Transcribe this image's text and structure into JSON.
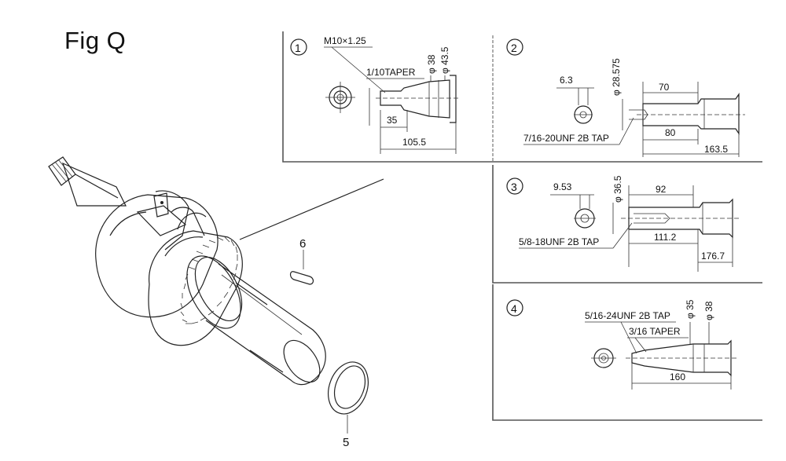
{
  "figure_title": "Fig Q",
  "callouts": {
    "pin_no": "6",
    "washer_no": "5"
  },
  "panels": [
    {
      "id": "1",
      "labels": [
        "M10×1.25",
        "1/10TAPER",
        "φ 38",
        "φ 43.5"
      ],
      "dims": [
        "35",
        "105.5"
      ]
    },
    {
      "id": "2",
      "labels": [
        "φ 28.575",
        "7/16-20UNF 2B TAP"
      ],
      "dims": [
        "6.3",
        "70",
        "80",
        "163.5"
      ]
    },
    {
      "id": "3",
      "labels": [
        "φ 36.5",
        "5/8-18UNF 2B TAP"
      ],
      "dims": [
        "9.53",
        "92",
        "111.2",
        "176.7"
      ]
    },
    {
      "id": "4",
      "labels": [
        "5/16-24UNF 2B TAP",
        "φ 35",
        "φ 38",
        "3/16 TAPER"
      ],
      "dims": [
        "160"
      ]
    }
  ]
}
